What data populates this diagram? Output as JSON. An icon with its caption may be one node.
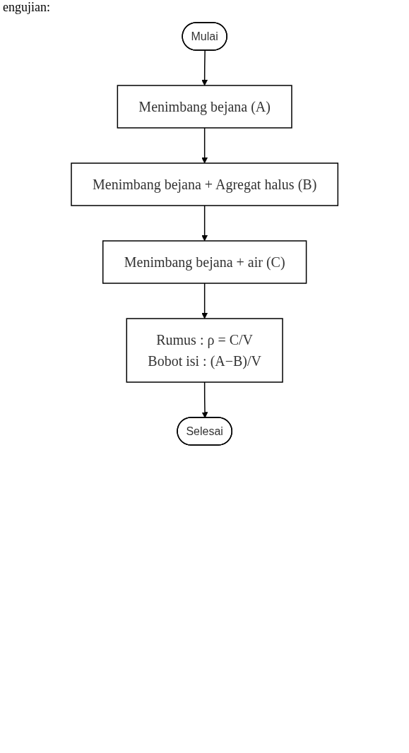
{
  "diagram": {
    "nodes": [
      {
        "text": [
          "Mulai"
        ]
      },
      {
        "text": [
          "Menimbang bejana (A)"
        ]
      },
      {
        "text": [
          "Menimbang bejana + Agregat halus (B)"
        ]
      },
      {
        "text": [
          "Menimbang bejana + air (C)"
        ]
      },
      {
        "text": [
          "Rumus : ρ = C/V",
          "Bobot isi : (A−B)/V"
        ]
      },
      {
        "text": [
          "Selesai"
        ]
      }
    ],
    "edges": [
      {
        "from": 0,
        "to": 1,
        "arrow": "to"
      },
      {
        "from": 1,
        "to": 2,
        "arrow": "to"
      },
      {
        "from": 2,
        "to": 3,
        "arrow": "to"
      },
      {
        "from": 3,
        "to": 4,
        "arrow": "to"
      },
      {
        "from": 4,
        "to": 5,
        "arrow": "to"
      }
    ],
    "labels": [
      "engujian:"
    ]
  }
}
